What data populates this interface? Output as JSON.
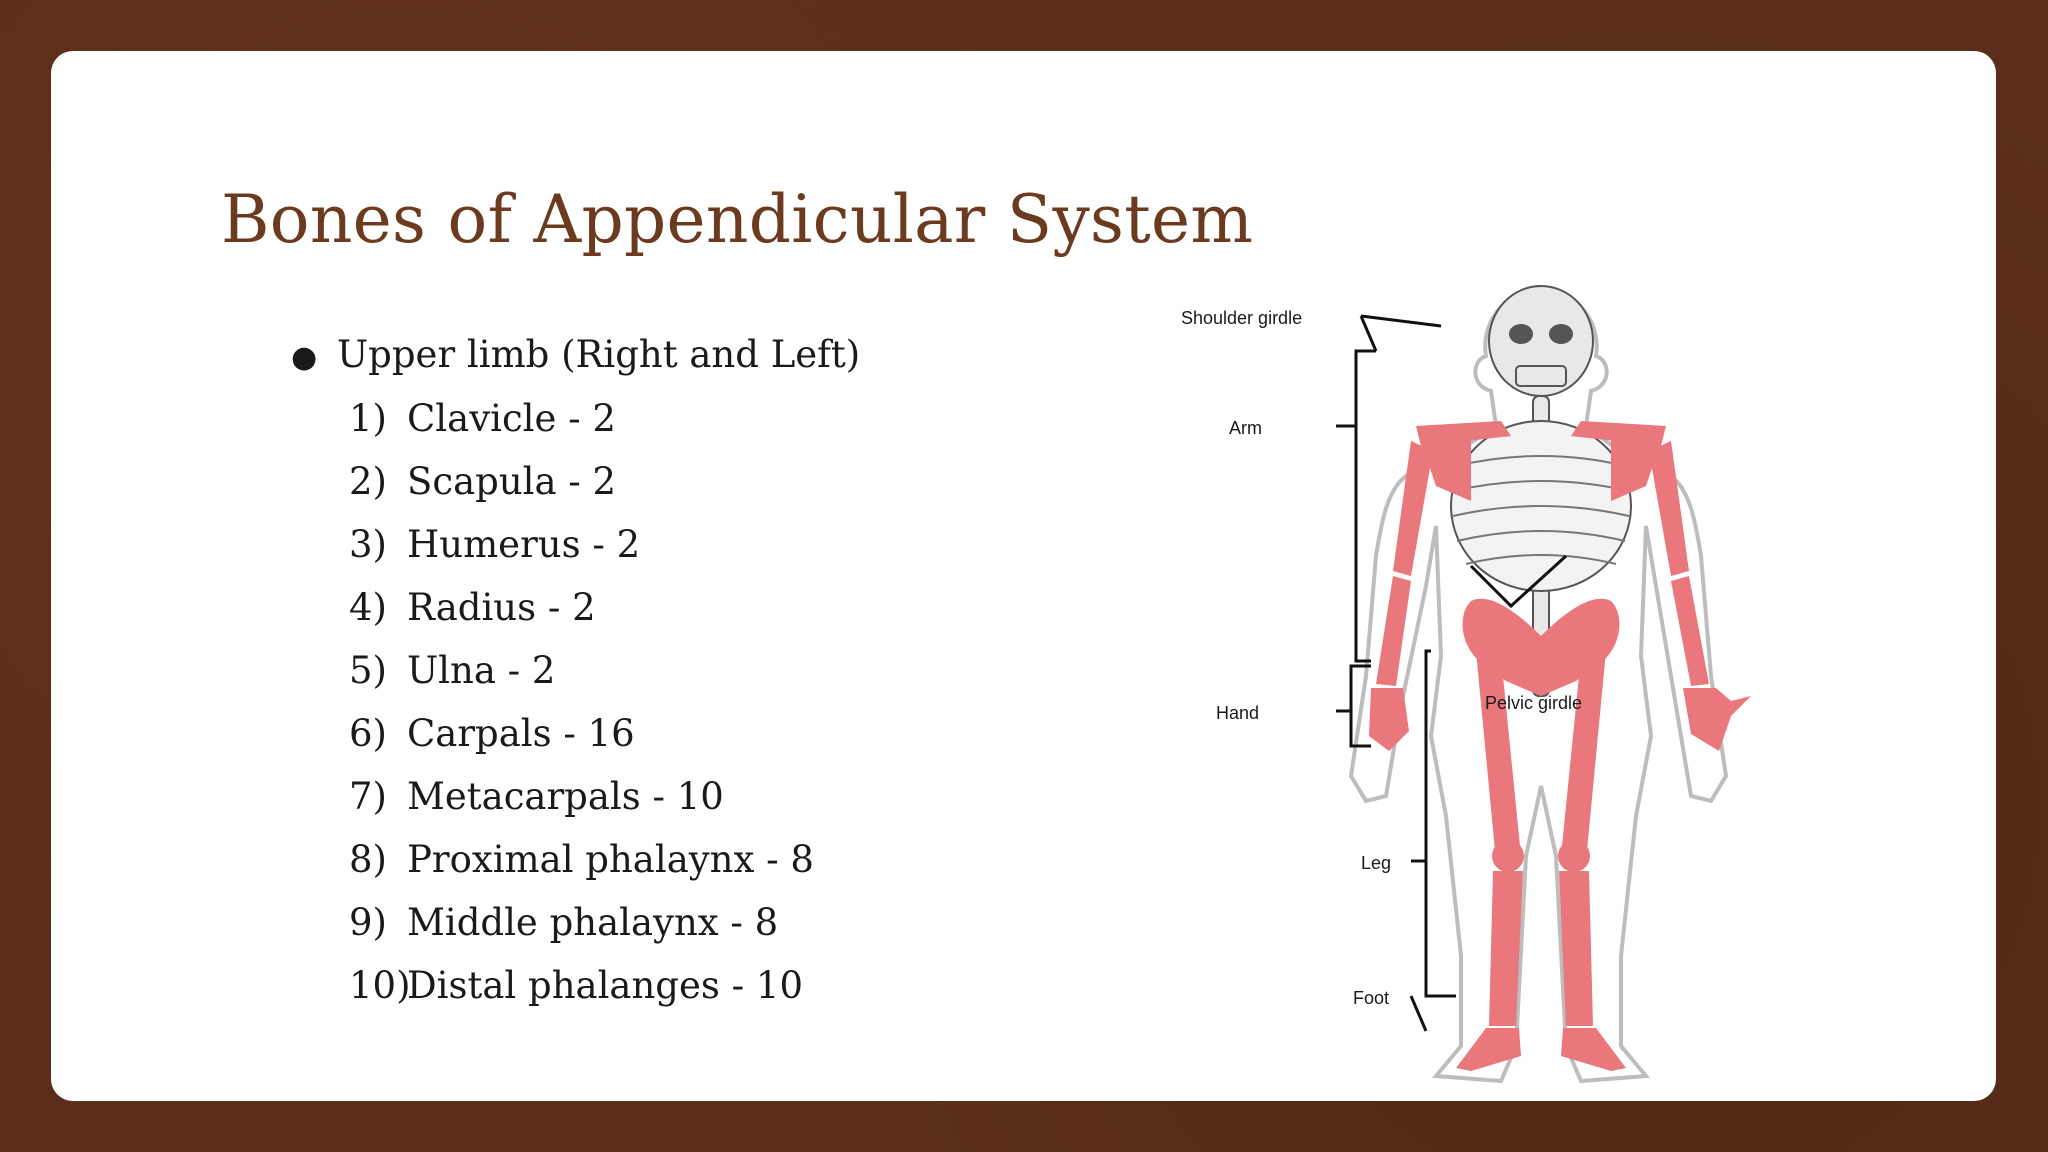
{
  "slide": {
    "title": "Bones of Appendicular System",
    "bullet": {
      "symbol": "●",
      "label": "Upper limb (Right and Left)"
    },
    "items": [
      {
        "num": "1)",
        "text": "Clavicle - 2"
      },
      {
        "num": "2)",
        "text": "Scapula - 2"
      },
      {
        "num": "3)",
        "text": "Humerus - 2"
      },
      {
        "num": "4)",
        "text": "Radius - 2"
      },
      {
        "num": "5)",
        "text": "Ulna - 2"
      },
      {
        "num": "6)",
        "text": "Carpals - 16"
      },
      {
        "num": "7)",
        "text": "Metacarpals - 10"
      },
      {
        "num": "8)",
        "text": "Proximal phalaynx - 8"
      },
      {
        "num": "9)",
        "text": "Middle phalaynx - 8"
      },
      {
        "num": "10)",
        "text": "Distal phalanges - 10"
      }
    ]
  },
  "diagram": {
    "labels": {
      "shoulder": "Shoulder girdle",
      "arm": "Arm",
      "hand": "Hand",
      "pelvic": "Pelvic girdle",
      "leg": "Leg",
      "foot": "Foot"
    }
  },
  "colors": {
    "background": "#5a2e1a",
    "title": "#6b3a1f",
    "bone_highlight": "#e9777b"
  }
}
